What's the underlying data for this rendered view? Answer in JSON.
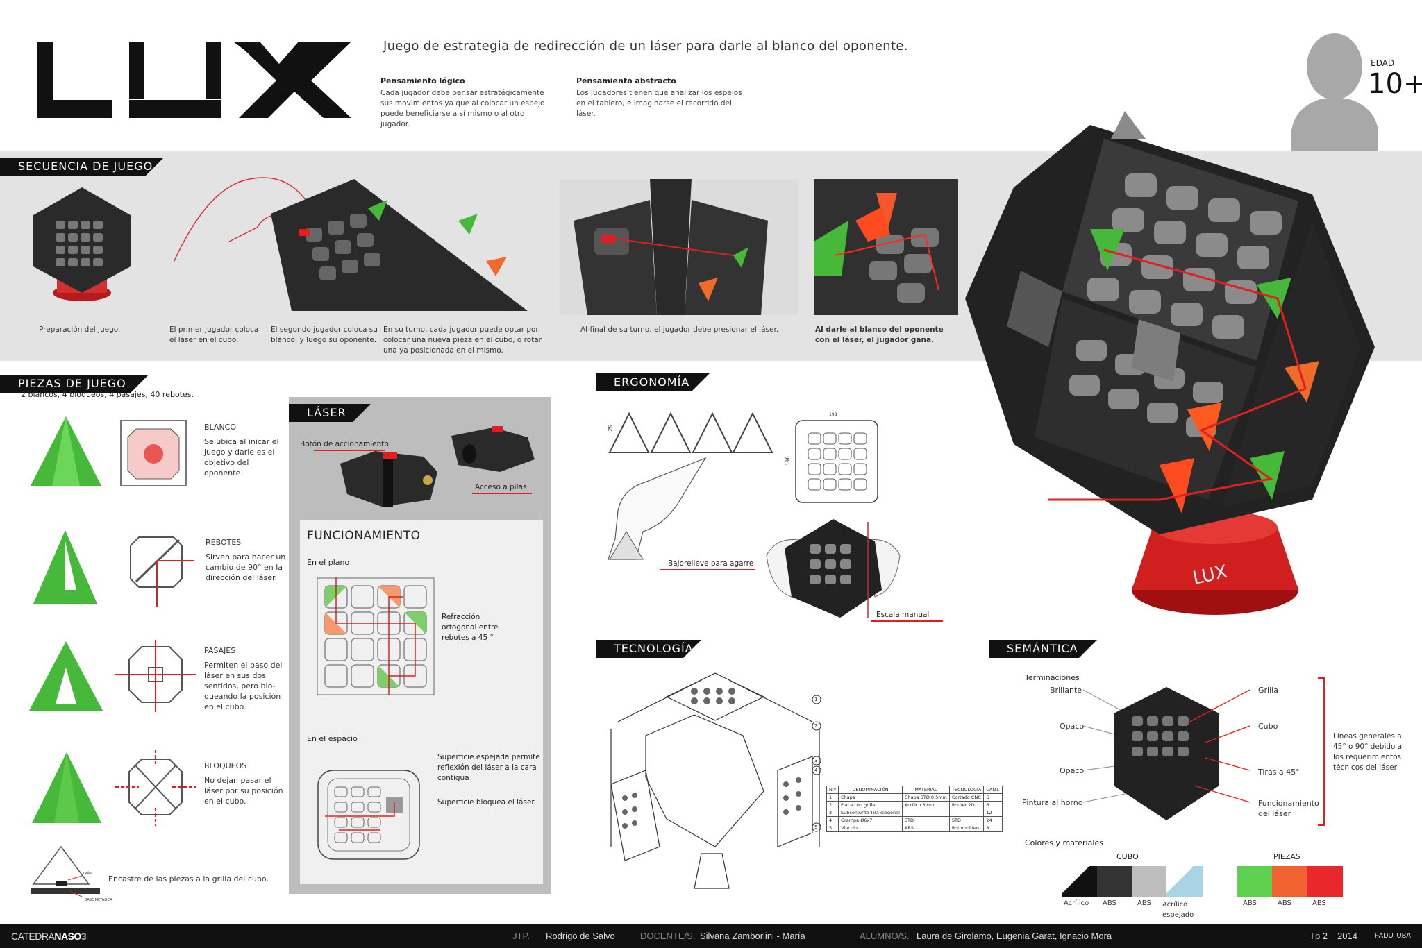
{
  "brand": {
    "logo_text": "LUX",
    "tagline": "Juego de estrategia de redirección de un láser para darle al blanco del oponente."
  },
  "concepts": [
    {
      "title": "Pensamiento lógico",
      "text": "Cada jugador debe pensar estratégicamente sus movimientos ya que al colocar un espejo puede beneficiarse a sí mismo o al otro jugador."
    },
    {
      "title": "Pensamiento abstracto",
      "text": "Los jugadores tienen que analizar los espejos en el tablero, e imaginarse el recorrido del láser."
    }
  ],
  "age": {
    "label": "EDAD",
    "value": "10+"
  },
  "sequence": {
    "title": "SECUENCIA DE JUEGO",
    "steps": [
      "Preparación del juego.",
      "El primer jugador coloca el láser en el cubo.",
      "El segundo jugador coloca su blanco, y luego su oponente.",
      "En su turno, cada jugador puede optar por colocar una nueva pieza en el cubo, o rotar una ya posicionada en el mismo.",
      "Al final de su turno, el jugador debe presionar el láser.",
      "Al darle al blanco del oponente con el láser, el jugador gana."
    ]
  },
  "pieces": {
    "title": "PIEZAS DE JUEGO",
    "subtitle": "2 blancos, 4 bloqueos, 4 pasajes, 40 rebotes.",
    "items": [
      {
        "name": "BLANCO",
        "desc": "Se ubica al inicar el juego y darle es el objetivo del oponente."
      },
      {
        "name": "REBOTES",
        "desc": "Sirven para hacer un cambio de 90° en la dirección del láser."
      },
      {
        "name": "PASAJES",
        "desc": "Permiten el paso del láser en sus dos sentidos, pero blo-queando la posición en el cubo."
      },
      {
        "name": "BLOQUEOS",
        "desc": "No dejan pasar el láser por su posición en el cubo."
      }
    ],
    "encastre": "Encastre de las  piezas a la grilla del cubo.",
    "iman_label": "IMÁN",
    "base_label": "BASE METÁLICA"
  },
  "laser": {
    "title": "LÁSER",
    "button_label": "Botón de accionamiento",
    "battery_label": "Acceso a pilas",
    "func_title": "FUNCIONAMIENTO",
    "plane_label": "En el plano",
    "refraction": "Refracción ortogonal entre rebotes a 45 °",
    "space_label": "En el espacio",
    "mirror_surface": "Superficie espejada permite reflexión del láser a la cara contigua",
    "block_surface": "Superficie bloquea el láser"
  },
  "ergonomia": {
    "title": "ERGONOMÍA",
    "relief": "Bajorelieve para agarre",
    "scale": "Escala manual",
    "dim1": "29",
    "dim2": "198",
    "dim3": "198"
  },
  "tecnologia": {
    "title": "TECNOLOGÍA",
    "headers": [
      "N.º",
      "DENOMINACIÓN",
      "MATERIAL",
      "TECNOLOGÍA",
      "CANT."
    ],
    "rows": [
      [
        "1",
        "Chapa",
        "Chapa STD 0,5mm",
        "Cortado CNC",
        "6"
      ],
      [
        "2",
        "Placa con grilla",
        "Acrílico 3mm",
        "Router 2D",
        "6"
      ],
      [
        "3",
        "Subconjunto Tira diagonal",
        "-",
        "-",
        "12"
      ],
      [
        "4",
        "Grampa Ø6x7",
        "STD",
        "STD",
        "24"
      ],
      [
        "5",
        "Vínculo",
        "ABS",
        "Rotomoldeo",
        "8"
      ]
    ],
    "callouts": [
      "1",
      "2",
      "3",
      "4",
      "5"
    ]
  },
  "semantica": {
    "title": "SEMÁNTICA",
    "term_title": "Terminaciones",
    "left": [
      "Brillante",
      "Opaco",
      "Opaco",
      "Pintura al horno"
    ],
    "right": [
      "Grilla",
      "Cubo",
      "Tiras a 45°",
      "Funcionamiento del láser"
    ],
    "note": "Líneas generales a 45° o 90° debido a los requerimientos técnicos del láser",
    "colors_title": "Colores y materiales",
    "cubo_label": "CUBO",
    "piezas_label": "PIEZAS",
    "cubo_swatches": [
      {
        "label": "Acrílico",
        "color": "#1a1a1a"
      },
      {
        "label": "ABS",
        "color": "#333333"
      },
      {
        "label": "ABS",
        "color": "#bdbdbd"
      },
      {
        "label": "Acrílico espejado",
        "color": "#cfe5f0"
      }
    ],
    "piezas_swatches": [
      {
        "label": "ABS",
        "color": "#5fcf4f"
      },
      {
        "label": "ABS",
        "color": "#f0622f"
      },
      {
        "label": "ABS",
        "color": "#e8282b"
      }
    ]
  },
  "hero": {
    "base_text": "LUX"
  },
  "footer": {
    "catedra": "CATEDRA",
    "naso": "NASO",
    "num": "3",
    "jtp_label": "JTP.",
    "jtp": "Rodrigo de Salvo",
    "docente_label": "DOCENTE/S.",
    "docente": "Silvana Zamborlini - María",
    "alumno_label": "ALUMNO/S.",
    "alumno": "Laura de Girolamo, Eugenia Garat, Ignacio Mora",
    "tp": "Tp 2",
    "year": "2014",
    "fadu": "FADU' UBA"
  },
  "colors": {
    "red": "#e02020",
    "green": "#46b83a",
    "orange": "#f06b2a",
    "dark": "#1a1a1a"
  }
}
